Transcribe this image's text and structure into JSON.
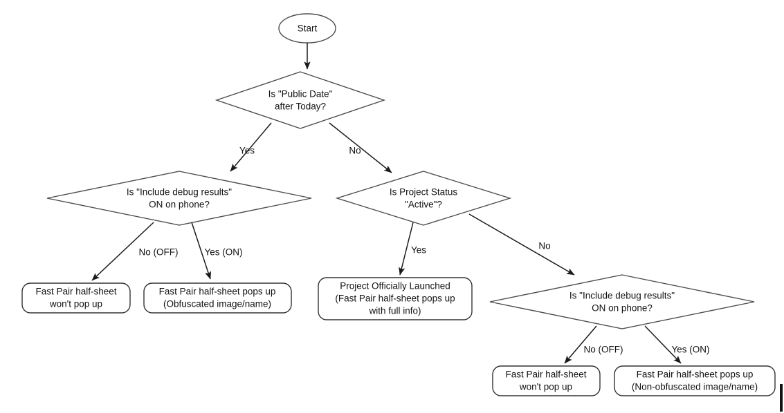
{
  "diagram": {
    "title": "Fast Pair half-sheet decision flowchart",
    "background_color": "#ffffff",
    "line_color": "#1a1a1a",
    "shape_stroke_color": "#4d4d4d",
    "text_color": "#111111"
  },
  "nodes": {
    "start": {
      "shape": "ellipse",
      "label": "Start"
    },
    "decision_public_date": {
      "shape": "diamond",
      "line1": "Is \"Public Date\"",
      "line2": "after Today?"
    },
    "decision_debug_left": {
      "shape": "diamond",
      "line1": "Is \"Include debug results\"",
      "line2": "ON on phone?"
    },
    "decision_project_status": {
      "shape": "diamond",
      "line1": "Is Project Status",
      "line2": "\"Active\"?"
    },
    "decision_debug_right": {
      "shape": "diamond",
      "line1": "Is \"Include debug results\"",
      "line2": "ON on phone?"
    },
    "outcome_left_off": {
      "shape": "rounded-rect",
      "line1": "Fast Pair half-sheet",
      "line2": "won't pop up"
    },
    "outcome_left_on": {
      "shape": "rounded-rect",
      "line1": "Fast Pair half-sheet pops up",
      "line2": "(Obfuscated image/name)"
    },
    "outcome_launched": {
      "shape": "rounded-rect",
      "line1": "Project Officially Launched",
      "line2": "(Fast Pair half-sheet pops up",
      "line3": "with full info)"
    },
    "outcome_right_off": {
      "shape": "rounded-rect",
      "line1": "Fast Pair half-sheet",
      "line2": "won't pop up"
    },
    "outcome_right_on": {
      "shape": "rounded-rect",
      "line1": "Fast Pair half-sheet pops up",
      "line2": "(Non-obfuscated image/name)"
    }
  },
  "edge_labels": {
    "public_date_yes": "Yes",
    "public_date_no": "No",
    "debug_left_no": "No (OFF)",
    "debug_left_yes": "Yes (ON)",
    "project_status_yes": "Yes",
    "project_status_no": "No",
    "debug_right_no": "No (OFF)",
    "debug_right_yes": "Yes (ON)"
  }
}
